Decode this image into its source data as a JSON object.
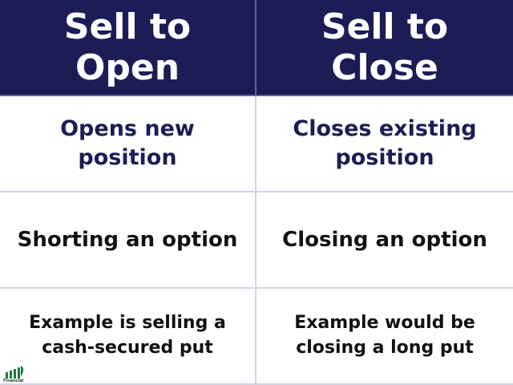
{
  "colors": {
    "header_bg": "#1d1d55",
    "header_text": "#ffffff",
    "accent_text": "#1d1d55",
    "grid_line": "#cfd3e3",
    "logo_green": "#1e7a3a"
  },
  "headers": [
    "Sell to Open",
    "Sell to Close"
  ],
  "rows": [
    [
      "Opens new position",
      "Closes existing position"
    ],
    [
      "Shorting an option",
      "Closing an option"
    ],
    [
      "Example is selling a cash-secured put",
      "Example would be closing a long put"
    ]
  ],
  "logo": {
    "text": "Financial",
    "icon": "bar-chart-leaf-icon"
  }
}
